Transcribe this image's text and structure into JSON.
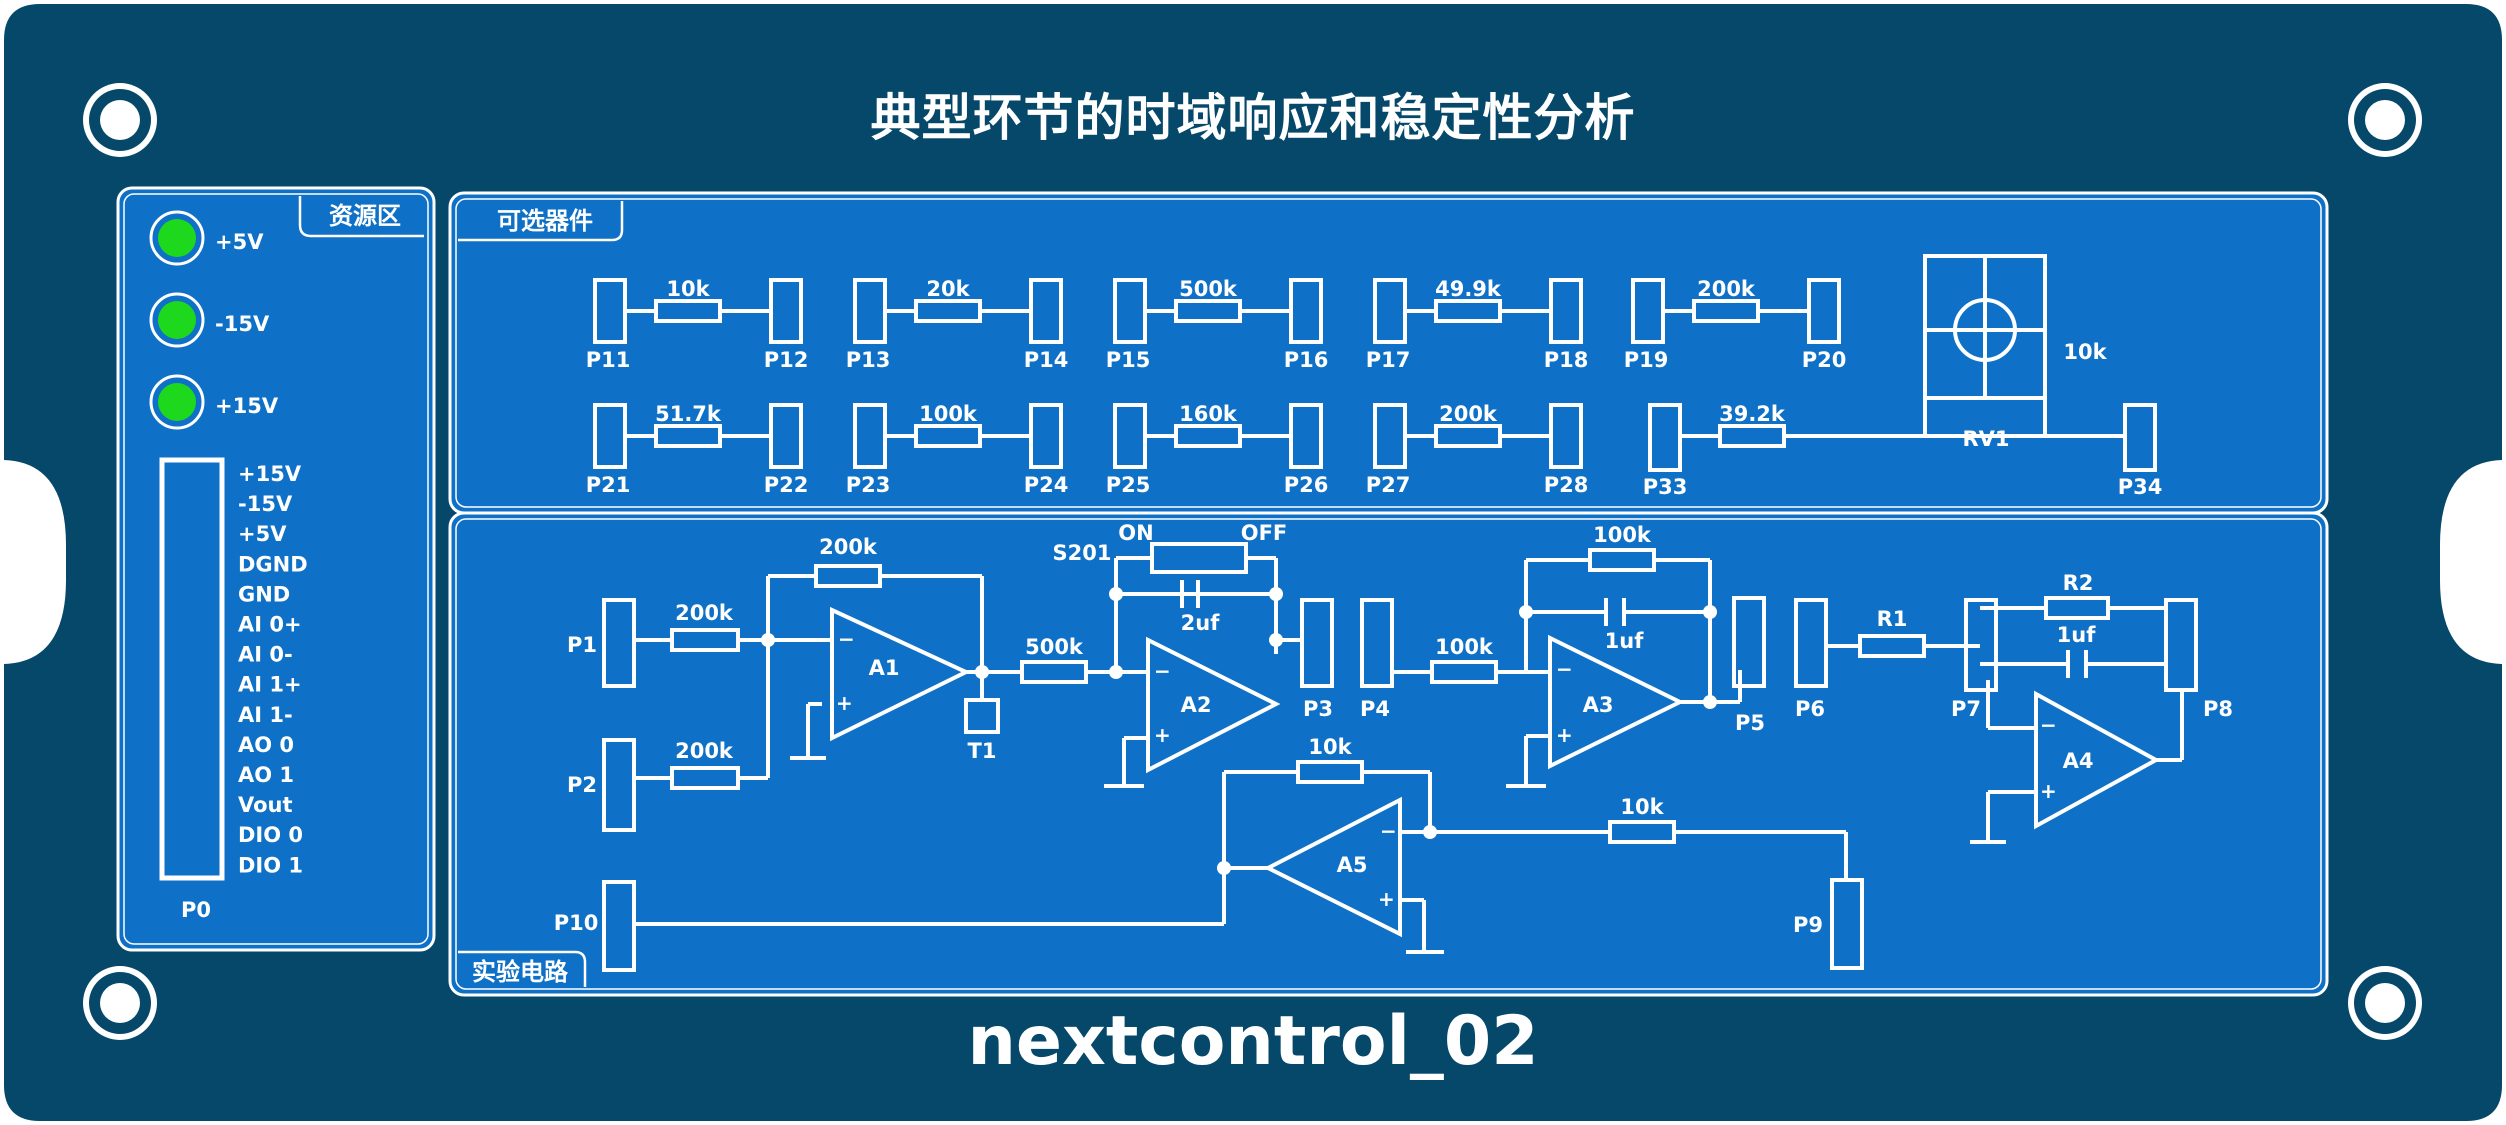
{
  "board": {
    "title": "典型环节的时域响应和稳定性分析",
    "brand": "nextcontrol_02",
    "colors": {
      "board": "#05486a",
      "panel": "#0e70c6",
      "line": "#ffffff",
      "led": "#1ed81e"
    }
  },
  "resource": {
    "tag": "资源区",
    "leds": [
      "+5V",
      "-15V",
      "+15V"
    ],
    "connector": "P0",
    "pins": [
      "+15V",
      "-15V",
      "+5V",
      "DGND",
      "GND",
      "AI 0+",
      "AI 0-",
      "AI 1+",
      "AI 1-",
      "AO 0",
      "AO 1",
      "Vout",
      "DIO 0",
      "DIO 1"
    ]
  },
  "optional": {
    "tag": "可选器件",
    "row1": [
      {
        "left": "P11",
        "right": "P12",
        "value": "10k"
      },
      {
        "left": "P13",
        "right": "P14",
        "value": "20k"
      },
      {
        "left": "P15",
        "right": "P16",
        "value": "500k"
      },
      {
        "left": "P17",
        "right": "P18",
        "value": "49.9k"
      },
      {
        "left": "P19",
        "right": "P20",
        "value": "200k"
      }
    ],
    "row2": [
      {
        "left": "P21",
        "right": "P22",
        "value": "51.7k"
      },
      {
        "left": "P23",
        "right": "P24",
        "value": "100k"
      },
      {
        "left": "P25",
        "right": "P26",
        "value": "160k"
      },
      {
        "left": "P27",
        "right": "P28",
        "value": "200k"
      }
    ],
    "pot": {
      "left": "P33",
      "series_value": "39.2k",
      "value": "10k",
      "name": "RV1",
      "right": "P34"
    }
  },
  "circuit": {
    "tag": "实验电路",
    "ports": {
      "p1": "P1",
      "p2": "P2",
      "p3": "P3",
      "p4": "P4",
      "p5": "P5",
      "p6": "P6",
      "p7": "P7",
      "p8": "P8",
      "p9": "P9",
      "p10": "P10"
    },
    "opamps": {
      "a1": "A1",
      "a2": "A2",
      "a3": "A3",
      "a4": "A4",
      "a5": "A5"
    },
    "resistors": {
      "r_p1": "200k",
      "r_p2": "200k",
      "r_fb1": "200k",
      "r_a1a2": "500k",
      "r_p4": "100k",
      "r_fb3": "100k",
      "r_r1": "R1",
      "r_r2": "R2",
      "r_fb5": "10k",
      "r_p9": "10k"
    },
    "caps": {
      "c2": "2uf",
      "c3": "1uf",
      "c4": "1uf"
    },
    "switch": {
      "name": "S201",
      "on": "ON",
      "off": "OFF"
    },
    "testpoint": "T1"
  }
}
